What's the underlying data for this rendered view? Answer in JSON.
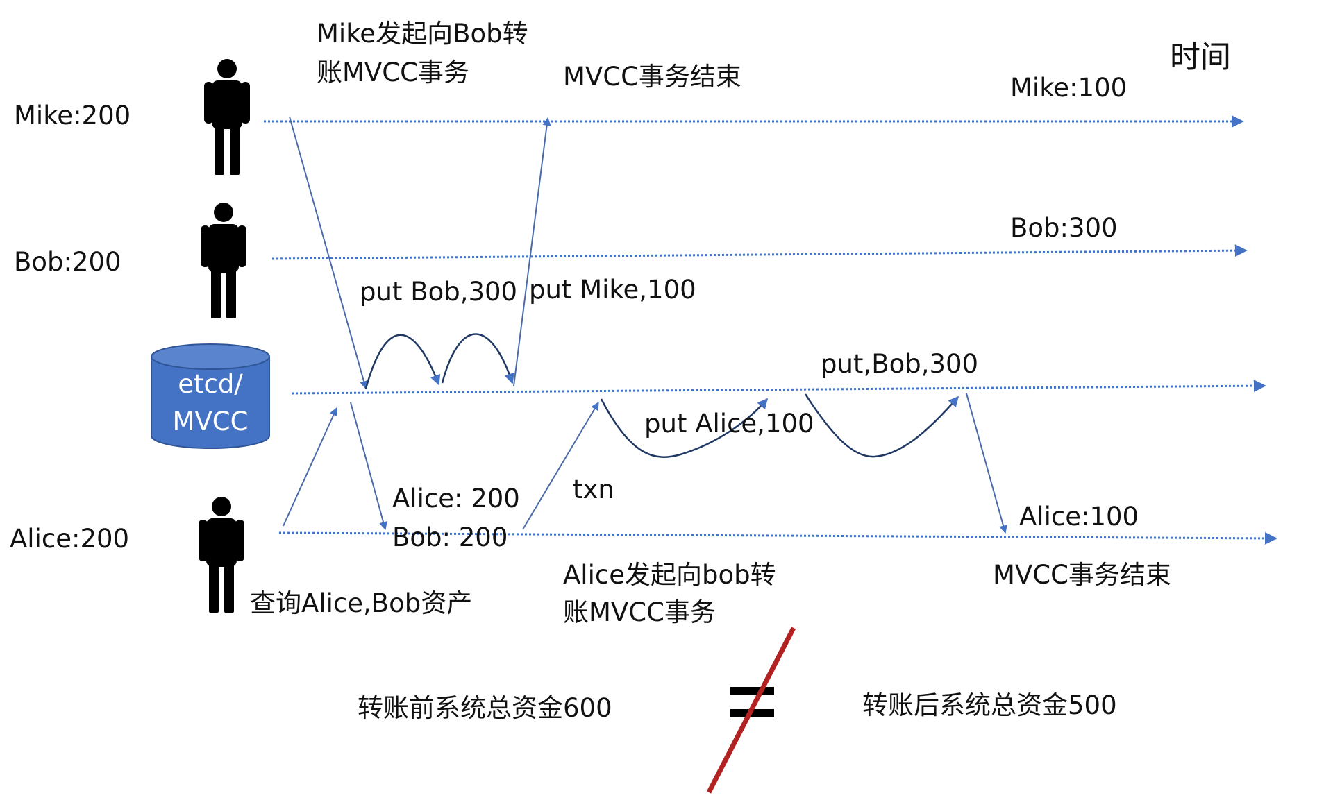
{
  "time_axis_label": "时间",
  "accounts": {
    "mike": {
      "initial": "Mike:200",
      "final": "Mike:100"
    },
    "bob": {
      "initial": "Bob:200",
      "final": "Bob:300"
    },
    "alice": {
      "initial": "Alice:200",
      "final": "Alice:100"
    }
  },
  "store": {
    "line1": "etcd/",
    "line2": "MVCC"
  },
  "mike_txn": {
    "start_line1": "Mike发起向Bob转",
    "start_line2": "账MVCC事务",
    "end": "MVCC事务结束",
    "put_bob": "put Bob,300",
    "put_mike": "put Mike,100"
  },
  "alice_query": {
    "label": "查询Alice,Bob资产",
    "result_alice": "Alice: 200",
    "result_bob": "Bob: 200"
  },
  "alice_txn": {
    "marker": "txn",
    "start_line1": "Alice发起向bob转",
    "start_line2": "账MVCC事务",
    "put_alice": "put Alice,100",
    "put_bob": "put,Bob,300",
    "end": "MVCC事务结束"
  },
  "summary": {
    "before": "转账前系统总资金600",
    "after": "转账后系统总资金500"
  },
  "colors": {
    "timeline": "#4472c4",
    "arrow": "#4a6aa8",
    "db_fill": "#4472c4",
    "db_stroke": "#2f5597",
    "strike": "#b22222",
    "person": "#000000"
  }
}
